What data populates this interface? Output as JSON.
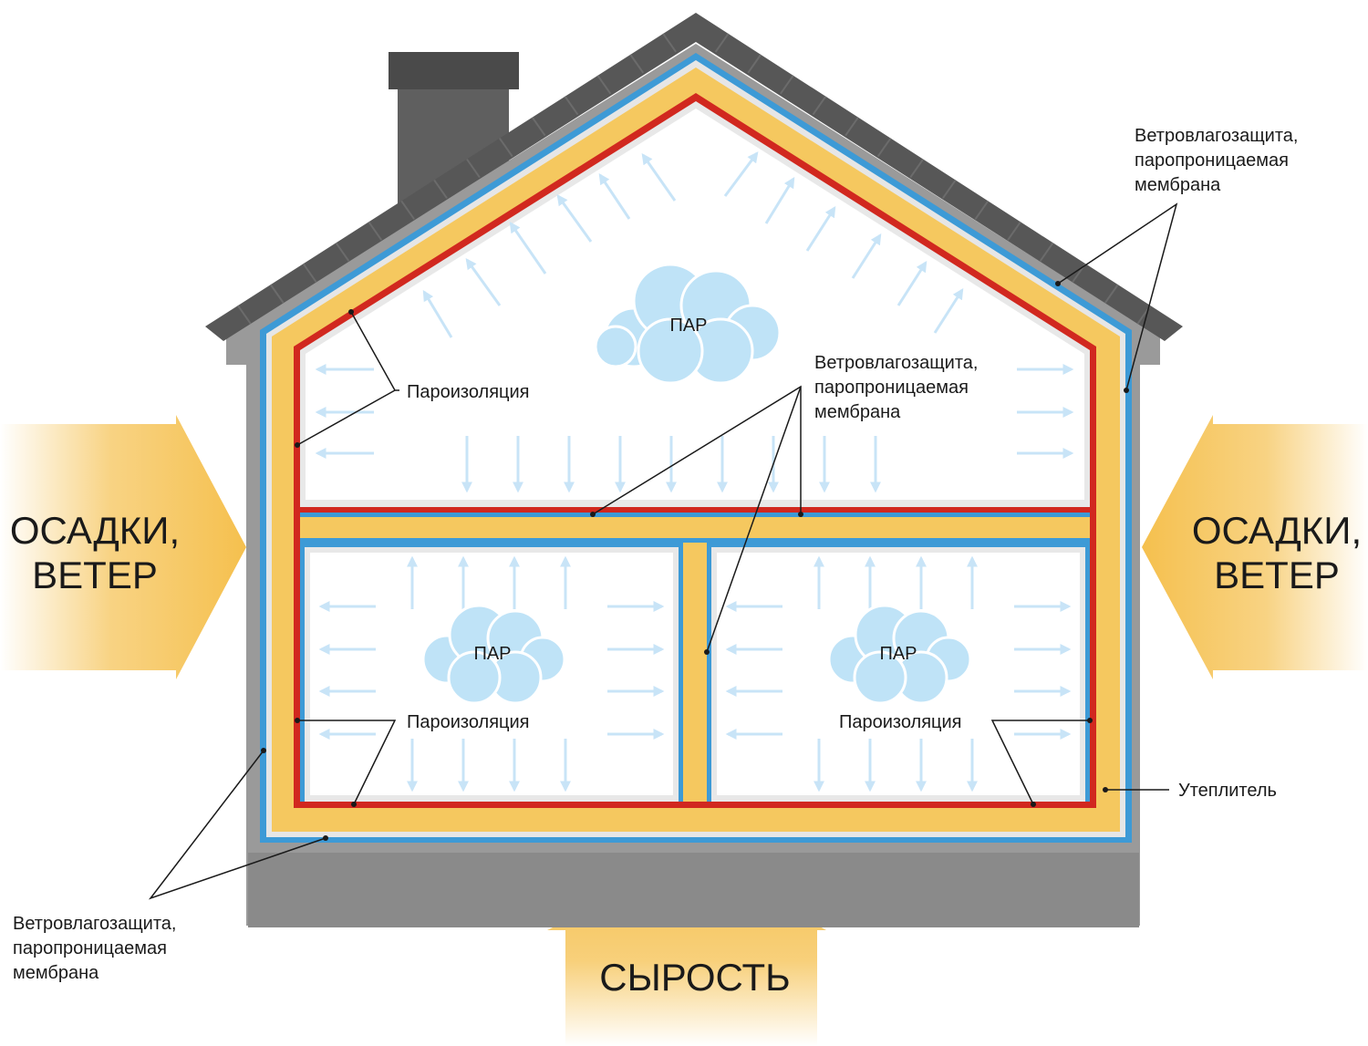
{
  "labels": {
    "vapor": "ПАР",
    "vapor_barrier": "Пароизоляция",
    "membrane": [
      "Ветровлагозащита,",
      "паропроницаемая",
      "мембрана"
    ],
    "insulation": "Утеплитель",
    "wind_rain": [
      "ОСАДКИ,",
      "ВЕТЕР"
    ],
    "damp": "СЫРОСТЬ"
  },
  "colors": {
    "roof": "#575757",
    "chimney": "#5f5f5f",
    "shell": "#9a9a9a",
    "foundation": "#8a8a8a",
    "membrane": "#3d9ad6",
    "insulation": "#f5c85f",
    "vapor_barrier": "#d1281f",
    "interior": "#ffffff",
    "vapor_arrows": "#c8e4f7",
    "cloud": "#bfe3f7",
    "weather_arrow": "#f5c04e"
  }
}
